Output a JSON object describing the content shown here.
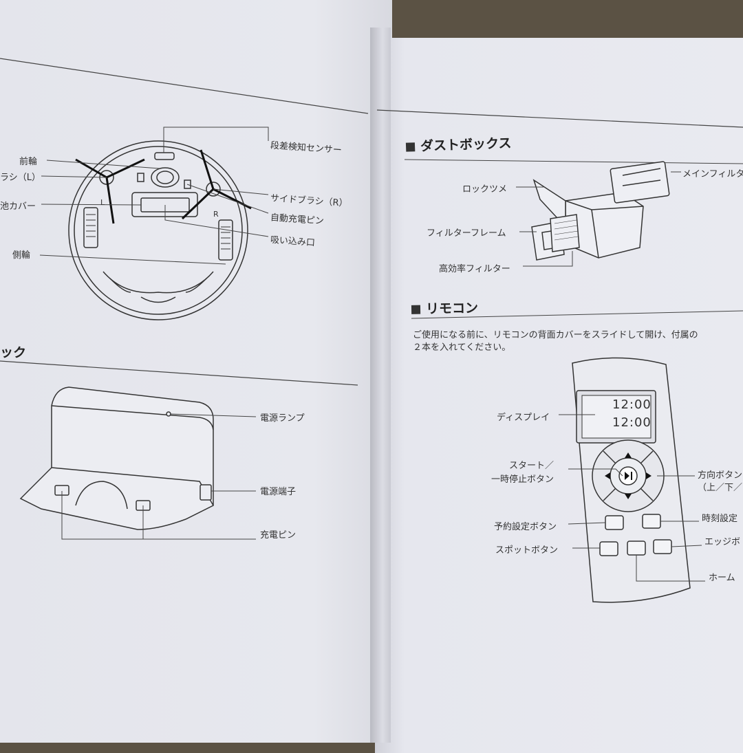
{
  "left_page": {
    "bottom_view_labels": {
      "front_wheel": "前輪",
      "side_brush_left": "ラシ（L）",
      "battery_cover": "池カバー",
      "side_wheel": "側輪",
      "cliff_sensor": "段差検知センサー",
      "side_brush_right": "サイドブラシ（R）",
      "auto_charge_pins": "自動充電ピン",
      "suction_port": "吸い込み口",
      "mark_l": "L",
      "mark_r": "R"
    },
    "dock_section_title": "ック",
    "dock_labels": {
      "power_lamp": "電源ランプ",
      "power_terminal": "電源端子",
      "charge_pins": "充電ピン"
    }
  },
  "right_page": {
    "dustbox_section_title": "ダストボックス",
    "dustbox_labels": {
      "lock_tab": "ロックツメ",
      "main_filter": "メインフィルタ",
      "filter_frame": "フィルターフレーム",
      "hepa_filter": "高効率フィルター"
    },
    "remote_section_title": "リモコン",
    "remote_intro_line1": "ご使用になる前に、リモコンの背面カバーをスライドして開け、付属の",
    "remote_intro_line2": "２本を入れてください。",
    "remote_labels": {
      "display": "ディスプレイ",
      "start_line1": "スタート／",
      "start_line2": "一時停止ボタン",
      "direction_line1": "方向ボタン",
      "direction_line2": "（上／下／",
      "schedule": "予約設定ボタン",
      "clock": "時刻設定",
      "spot": "スポットボタン",
      "edge": "エッジボ",
      "home": "ホーム"
    },
    "display_time_1": "12:00",
    "display_time_2": "12:00"
  }
}
